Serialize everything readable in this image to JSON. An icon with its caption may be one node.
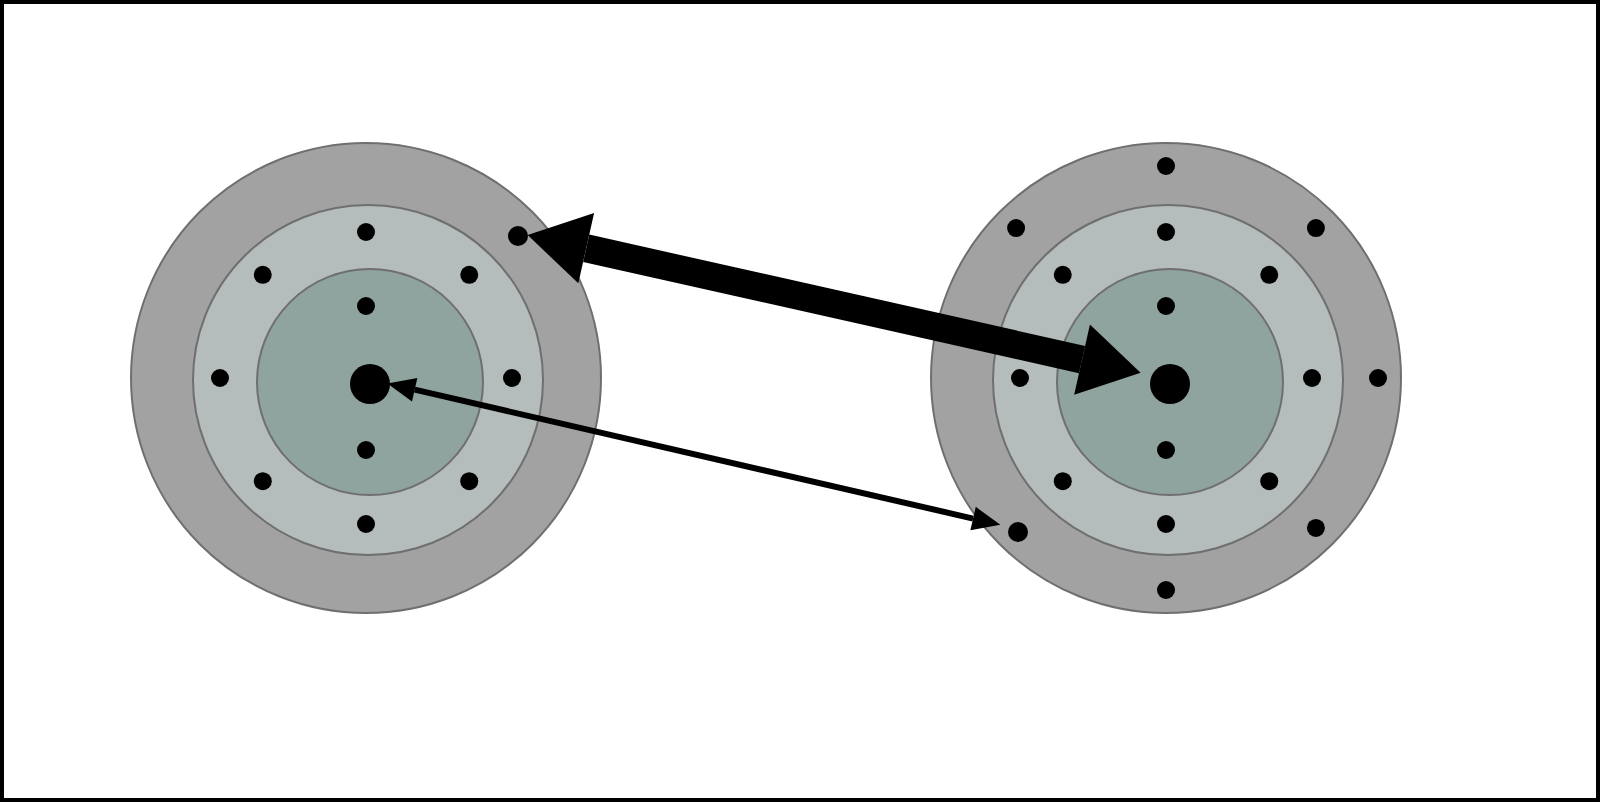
{
  "diagram": {
    "nodes": [
      {
        "text": [],
        "shape": "circle"
      },
      {
        "text": [],
        "shape": "circle",
        "in": 0
      },
      {
        "text": [],
        "shape": "circle",
        "in": 1
      },
      {
        "text": [],
        "shape": "circle",
        "in": 1
      },
      {
        "text": [],
        "shape": "circle",
        "in": 2
      },
      {
        "text": [],
        "shape": "circle"
      },
      {
        "text": [],
        "shape": "circle",
        "in": 5
      },
      {
        "text": [],
        "shape": "circle",
        "in": 6
      },
      {
        "text": [],
        "shape": "circle",
        "in": 7
      },
      {
        "text": [],
        "shape": "circle",
        "in": 6
      }
    ],
    "edges": [
      {
        "from": 3,
        "to": 8,
        "arrow": "both",
        "style": "thick"
      },
      {
        "from": 4,
        "to": 9,
        "arrow": "both"
      }
    ]
  }
}
